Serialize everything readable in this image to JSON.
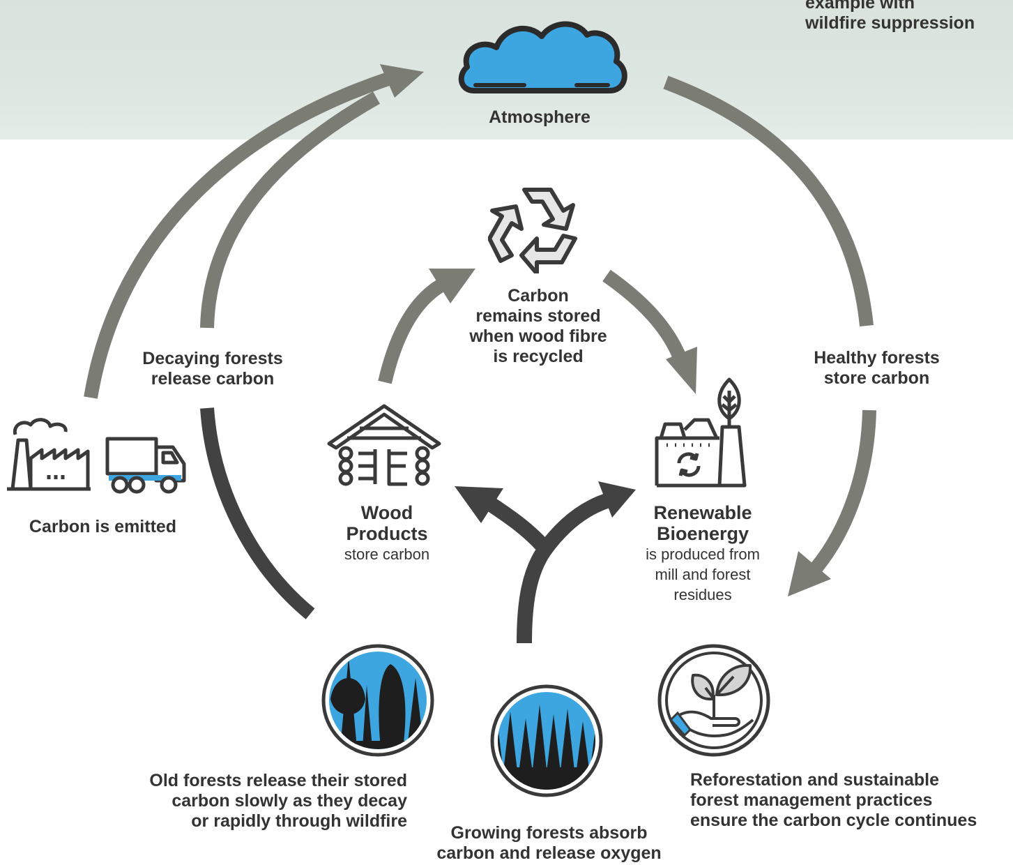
{
  "top_note": {
    "lines": [
      "example with",
      "wildfire suppression"
    ]
  },
  "atmosphere": {
    "label": "Atmosphere"
  },
  "recycled": {
    "lines": [
      "Carbon",
      "remains stored",
      "when wood fibre",
      "is recycled"
    ]
  },
  "decaying": {
    "lines": [
      "Decaying forests",
      "release carbon"
    ]
  },
  "healthy": {
    "lines": [
      "Healthy forests",
      "store carbon"
    ]
  },
  "emitted": {
    "label": "Carbon is emitted"
  },
  "wood_products": {
    "title_lines": [
      "Wood",
      "Products"
    ],
    "sub": "store carbon"
  },
  "bioenergy": {
    "title_lines": [
      "Renewable",
      "Bioenergy"
    ],
    "sub_lines": [
      "is produced from",
      "mill and forest",
      "residues"
    ]
  },
  "old_forests": {
    "lines": [
      "Old forests release their stored",
      "carbon slowly as they decay",
      "or rapidly through wildfire"
    ]
  },
  "growing": {
    "lines": [
      "Growing forests absorb",
      "carbon and release oxygen"
    ]
  },
  "reforestation": {
    "lines": [
      "Reforestation and sustainable",
      "forest management practices",
      "ensure the carbon cycle continues"
    ]
  },
  "colors": {
    "arrow_gray": "#7b7d75",
    "arrow_dark": "#424242",
    "accent_blue": "#3da5e0",
    "icon_stroke": "#3a3a3a",
    "sky": "#dde6e1"
  }
}
